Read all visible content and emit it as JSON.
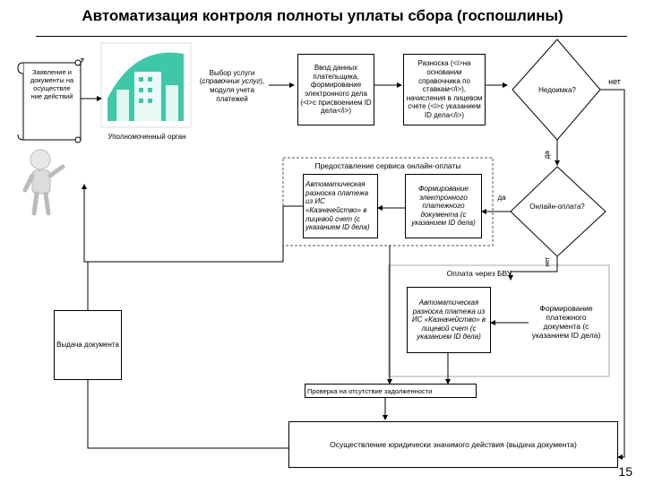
{
  "title": "Автоматизация контроля полноты уплаты сбора (госпошлины)",
  "scroll_text": "Заявление и документы на осуществле ние действий",
  "authority_label": "Уполномоченный орган",
  "service_select_html": "Выбор услуги (<i>справочник услуг</i>), модуля учета платежей",
  "payer_data_entry": "Ввод данных плательщика, формирование электронного дела (<i>с присвоением ID дела</i>)",
  "posting_text": "Разноска (<i>на основании справочника по ставкам</i>), начисления в лицевом счете (<i>с указанием ID дела</i>)",
  "underpayment_q": "Недоимка?",
  "no_1": "нет",
  "yes_1": "да",
  "online_service_label": "Предоставление сервиса онлайн-оплаты",
  "auto_posting_online": "Автоматическая разноска платежа из ИС «Казначейство» в лицевой счет (с указанием ID дела)",
  "payment_doc_online": "Формирование электронного платежного документа (с указанием ID дела)",
  "yes_2": "да",
  "online_q": "Онлайн-оплата?",
  "no_2": "нет",
  "bvu_label": "Оплата через БВУ",
  "auto_posting_bvu": "Автоматическая разноска платежа из ИС «Казначейство» в лицевой счет (с указанием ID дела)",
  "payment_doc_bvu": "Формирование платежного документа (с указанием ID дела)",
  "doc_issue": "Выдача документа",
  "debt_check": "Проверка на отсутствие задолженности",
  "legal_action": "Осуществление юридически значимого действия (выдача документа)",
  "page_number": "15",
  "colors": {
    "building_green": "#3ec7a8",
    "line": "#000000",
    "dash": "#555555"
  },
  "icons": [
    "scroll-icon",
    "building-icon",
    "person-icon"
  ]
}
